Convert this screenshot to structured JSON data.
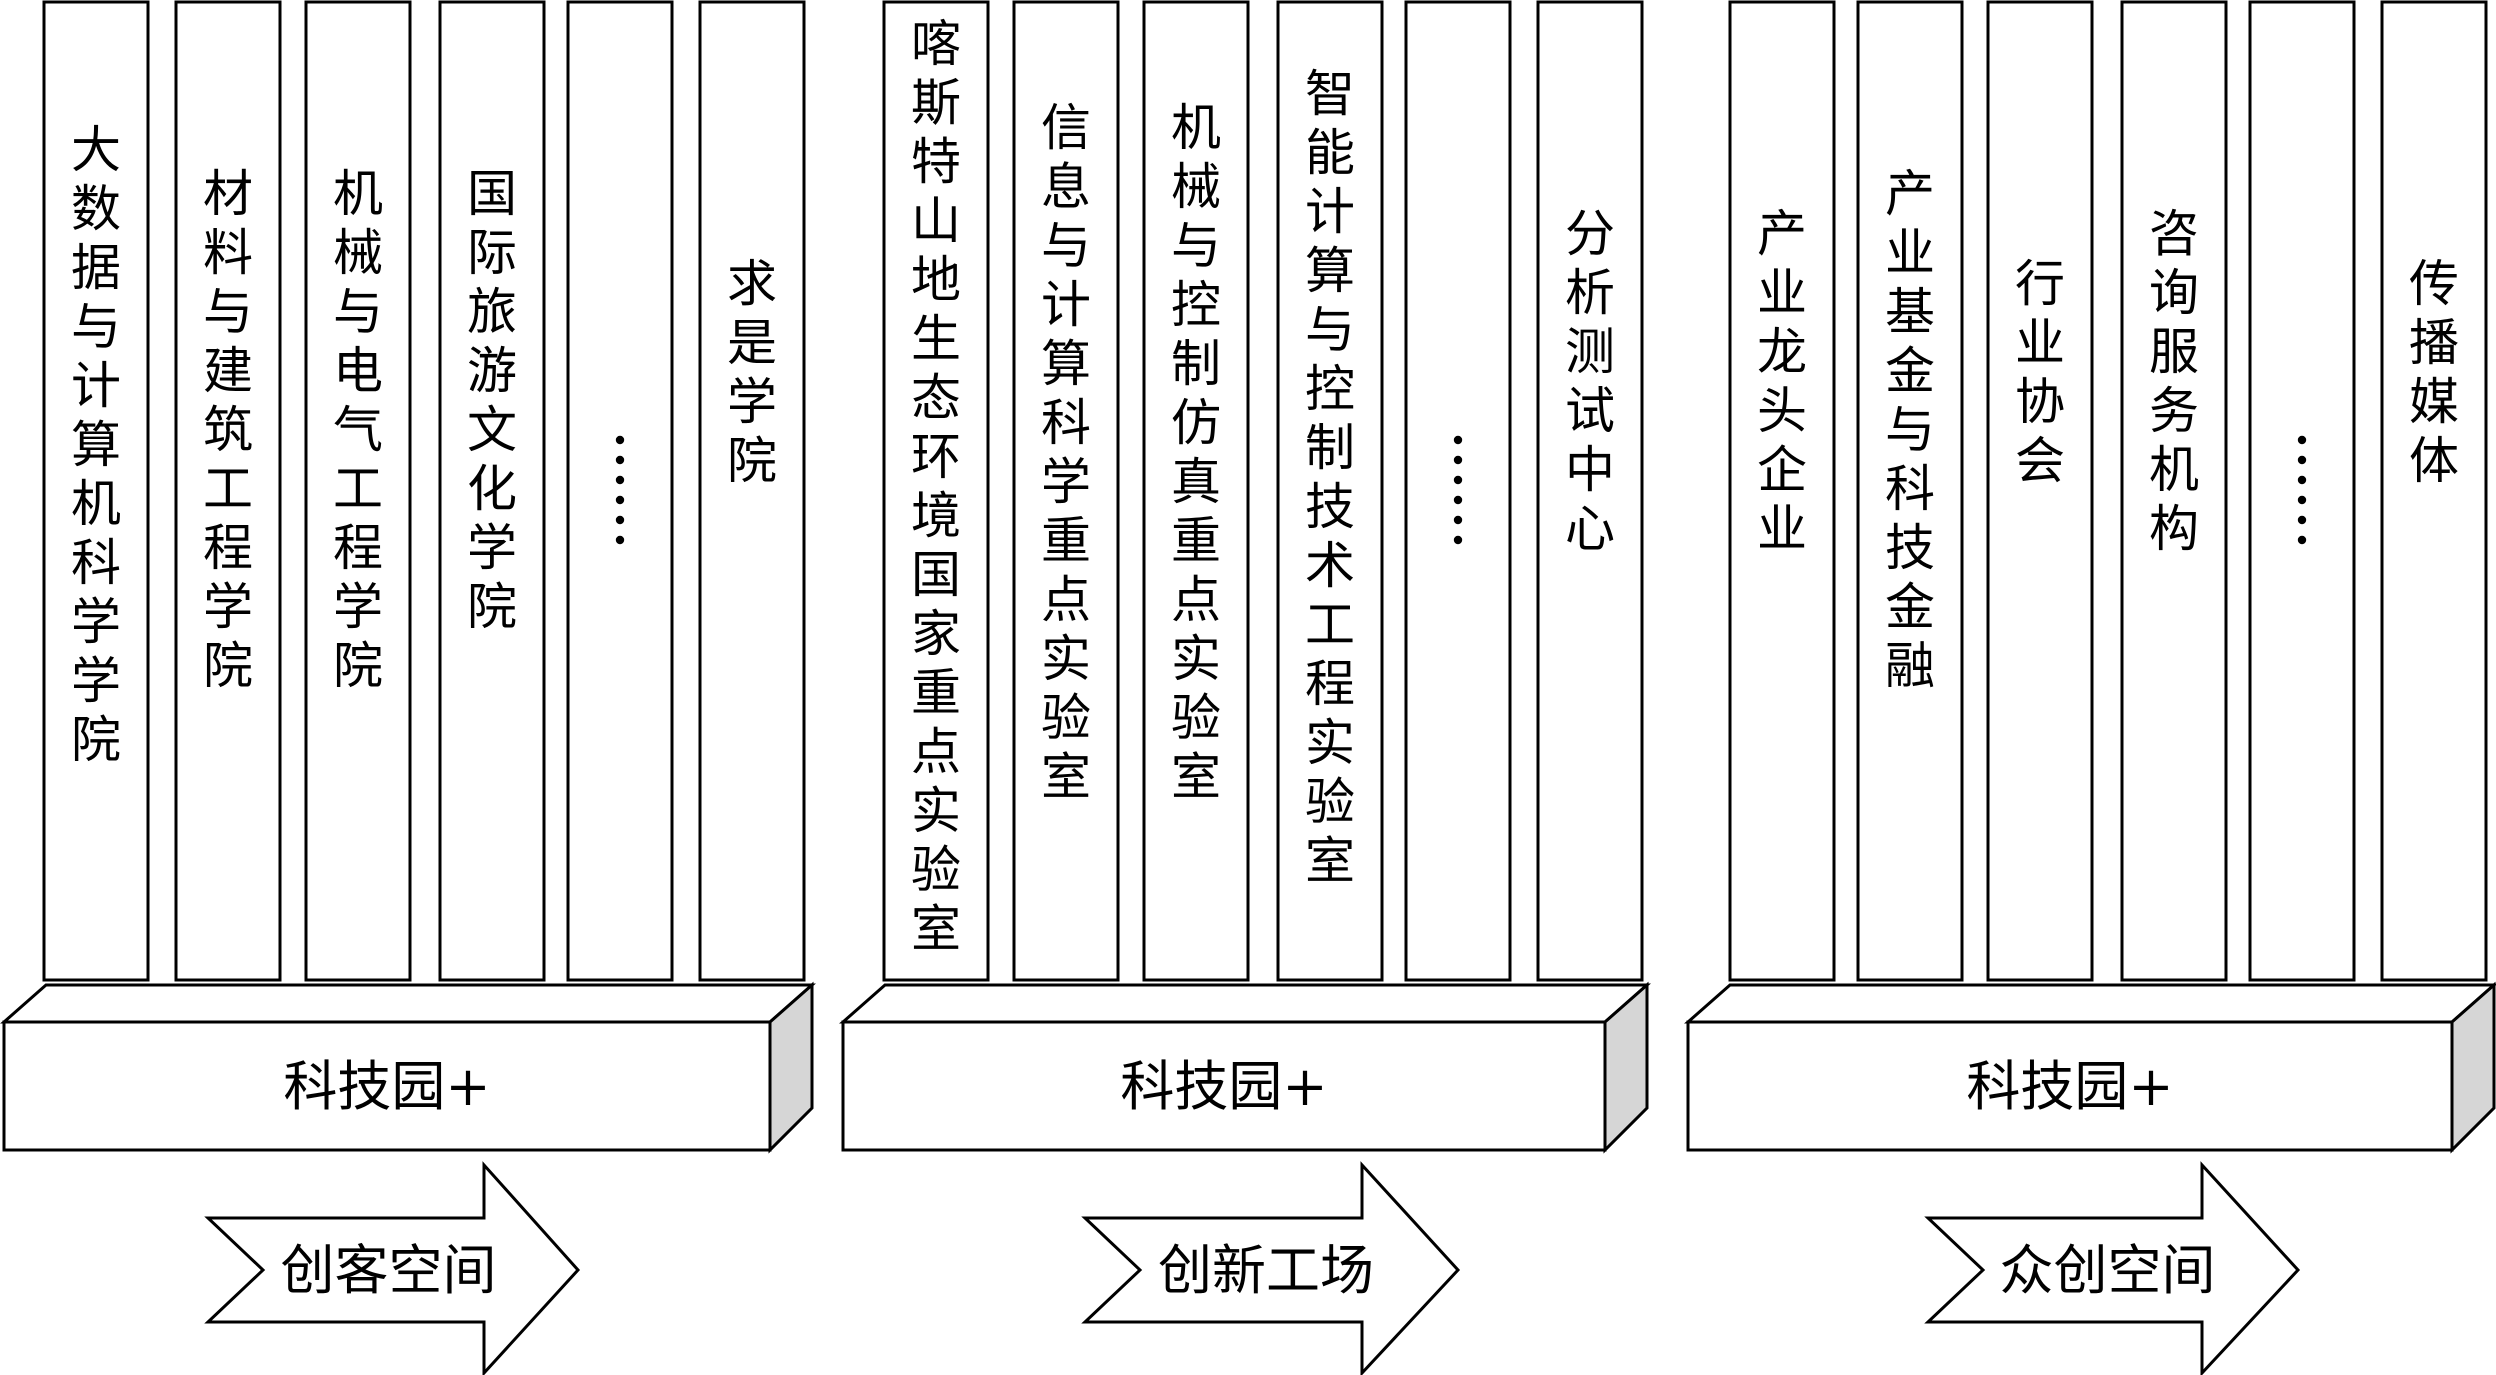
{
  "groups": [
    {
      "columns": [
        "大数据与计算机科学学院",
        "材料与建筑工程学院",
        "机械与电气工程学院",
        "国际旅游文化学院",
        "⋮",
        "求是学院"
      ],
      "base_label": "科技园+",
      "arrow_label": "创客空间"
    },
    {
      "columns": [
        "喀斯特山地生态环境国家重点实验室",
        "信息与计算科学重点实验室",
        "机械与控制仿真重点实验室",
        "智能计算与控制技术工程实验室",
        "⋮",
        "分析测试中心"
      ],
      "base_label": "科技园+",
      "arrow_label": "创新工场"
    },
    {
      "columns": [
        "产业龙头企业",
        "产业基金与科技金融",
        "行业协会",
        "咨询服务机构",
        "⋮",
        "传播媒体"
      ],
      "base_label": "科技园+",
      "arrow_label": "众创空间"
    }
  ]
}
